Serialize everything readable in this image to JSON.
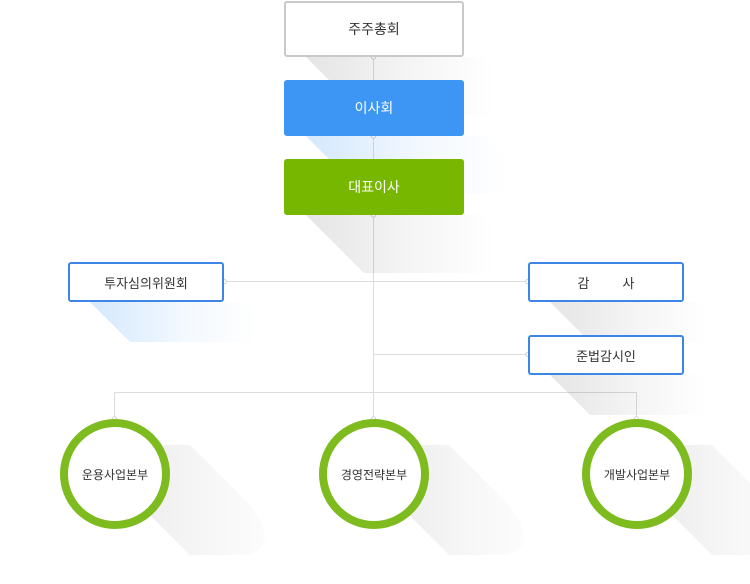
{
  "nodes": {
    "shareholders_meeting": "주주총회",
    "board_of_directors": "이사회",
    "ceo": "대표이사",
    "investment_committee": "투자심의위원회",
    "auditor": "감        사",
    "compliance_officer": "준법감시인"
  },
  "divisions": [
    {
      "label": "운용사업본부"
    },
    {
      "label": "경영전략본부"
    },
    {
      "label": "개발사업본부"
    }
  ],
  "colors": {
    "board": "#3d96f4",
    "ceo": "#77b700",
    "side_border": "#3d86e6",
    "division_ring": "#7dbb1e",
    "top_border": "#c9c9c9",
    "connector": "#dcdcdc"
  }
}
